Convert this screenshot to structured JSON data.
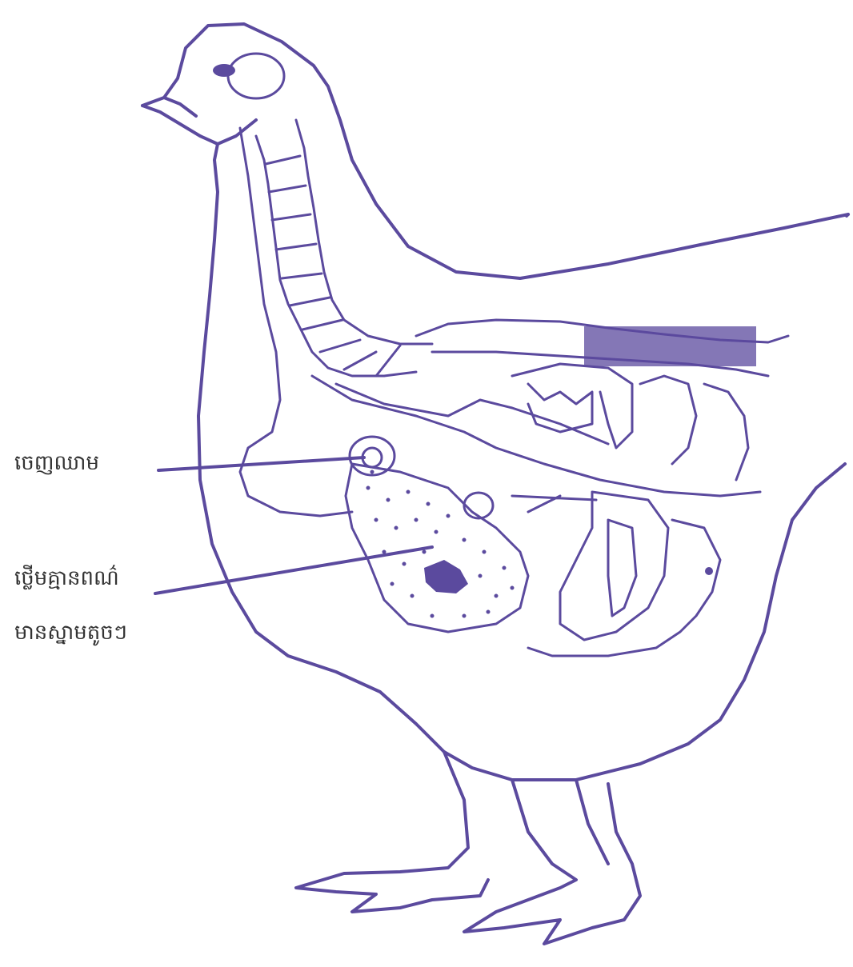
{
  "labels": {
    "label_1": "ចេញឈាម",
    "label_2": "ថ្លើមគ្មានពណ៌",
    "label_3": "មានស្នាមតូចៗ"
  },
  "colors": {
    "ink": "#5b4a9e",
    "text": "#333333",
    "background": "#ffffff"
  }
}
